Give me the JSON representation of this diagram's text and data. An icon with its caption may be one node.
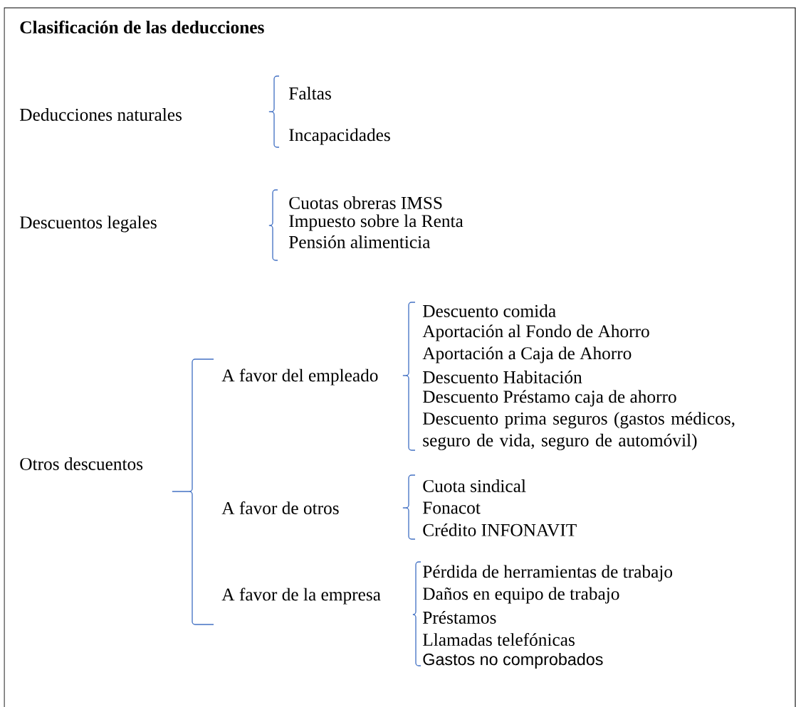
{
  "diagram": {
    "title": "Clasificación de las deducciones",
    "labels": [
      "Deducciones naturales",
      "Faltas",
      "Incapacidades",
      "Descuentos legales",
      "Cuotas obreras IMSS",
      "Impuesto sobre la Renta",
      "Pensión alimenticia",
      "Otros descuentos",
      "A favor del empleado",
      "Descuento comida",
      "Aportación al Fondo de Ahorro",
      "Aportación a Caja de Ahorro",
      "Descuento Habitación",
      "Descuento Préstamo caja de ahorro",
      "Descuento prima seguros (gastos médicos, seguro de vida, seguro de automóvil)",
      "A favor de otros",
      "Cuota sindical",
      "Fonacot",
      "Crédito INFONAVIT",
      "A favor de la empresa",
      "Pérdida de herramientas de trabajo",
      "Daños en equipo de trabajo",
      "Préstamos",
      "Llamadas telefónicas",
      "Gastos no comprobados"
    ]
  }
}
